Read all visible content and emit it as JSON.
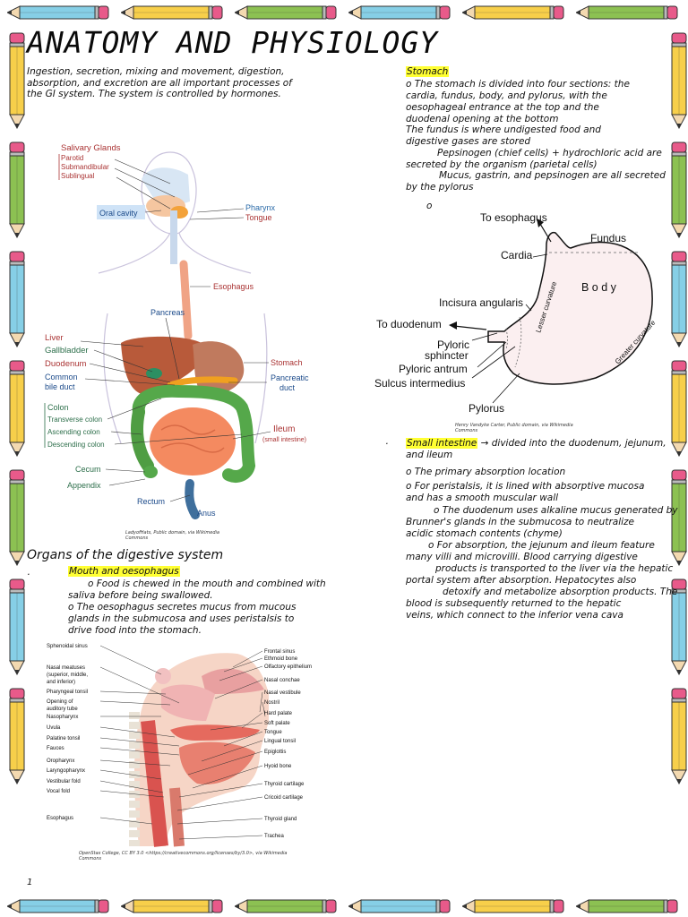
{
  "title": "ANATOMY AND PHYSIOLOGY",
  "intro": "Ingestion, secretion, mixing and movement, digestion, absorption, and excretion are all important processes of the GI system. The system is controlled by hormones.",
  "digestive_figure": {
    "labels": {
      "salivary_glands": "Salivary Glands",
      "parotid": "Parotid",
      "submandibular": "Submandibular",
      "sublingual": "Sublingual",
      "oral_cavity": "Oral cavity",
      "pharynx": "Pharynx",
      "tongue": "Tongue",
      "esophagus": "Esophagus",
      "pancreas": "Pancreas",
      "liver": "Liver",
      "gallbladder": "Gallbladder",
      "duodenum": "Duodenum",
      "common_bile_duct_1": "Common",
      "common_bile_duct_2": "bile duct",
      "stomach": "Stomach",
      "pancreatic_duct_1": "Pancreatic",
      "pancreatic_duct_2": "duct",
      "colon": "Colon",
      "transverse_colon": "Transverse colon",
      "ascending_colon": "Ascending colon",
      "descending_colon": "Descending colon",
      "ileum": "Ileum",
      "small_intestine": "(small intestine)",
      "cecum": "Cecum",
      "appendix": "Appendix",
      "rectum": "Rectum",
      "anus": "Anus"
    },
    "credit_1": "LadyofHats, Public domain, via Wikimedia",
    "credit_2": "Commons"
  },
  "organs_heading": "Organs of the digestive system",
  "mouth": {
    "heading": "Mouth and oesophagus",
    "line1": "o Food is chewed in the mouth and combined with",
    "line2": "saliva before being swallowed.",
    "line3": "o The oesophagus secretes mucus from mucous",
    "line4": "glands in the submucosa and uses peristalsis to",
    "line5": "drive food into the stomach."
  },
  "head_figure": {
    "left_labels": [
      "Sphenoidal sinus",
      "Nasal meatuses",
      "(superior, middle,",
      "and inferior)",
      "Pharyngeal tonsil",
      "Opening of",
      "auditory tube",
      "Nasopharynx",
      "Uvula",
      "Palatine tonsil",
      "Fauces",
      "Oropharynx",
      "Laryngopharynx",
      "Vestibular fold",
      "Vocal fold",
      "Esophagus"
    ],
    "right_labels": [
      "Frontal sinus",
      "Ethmoid bone",
      "Olfactory epithelium",
      "Nasal conchae",
      "Nasal vestibule",
      "Nostril",
      "Hard palate",
      "Soft palate",
      "Tongue",
      "Lingual tonsil",
      "Epiglottis",
      "Hyoid bone",
      "Thyroid cartilage",
      "Cricoid cartilage",
      "Thyroid gland",
      "Trachea"
    ],
    "credit_1": "OpenStax College, CC BY 3.0 <https://creativecommons.org/licenses/by/3.0>, via Wikimedia",
    "credit_2": "Commons"
  },
  "stomach": {
    "heading": "Stomach",
    "lines": [
      "o The stomach is divided into four sections: the",
      "cardia, fundus, body, and pylorus, with the",
      "oesophageal entrance at the top and the",
      "duodenal opening at the bottom",
      "The fundus is where undigested food and",
      "digestive gases are stored",
      "Pepsinogen (chief cells) + hydrochloric acid are",
      "secreted by the organism (parietal cells)",
      "Mucus, gastrin, and pepsinogen are all secreted",
      "by the pylorus"
    ],
    "stray_o": "o"
  },
  "stomach_figure": {
    "to_esophagus": "To esophagus",
    "fundus": "Fundus",
    "cardia": "Cardia",
    "body": "B o d y",
    "incisura": "Incisura angularis",
    "lesser": "Lesser curvature",
    "greater": "Greater curvature",
    "to_duodenum": "To duodenum",
    "pyloric_sphincter_1": "Pyloric",
    "pyloric_sphincter_2": "sphincter",
    "pyloric_antrum": "Pyloric antrum",
    "sulcus": "Sulcus intermedius",
    "pylorus": "Pylorus",
    "credit_1": "Henry Vandyke Carter, Public domain, via Wikimedia",
    "credit_2": "Commons"
  },
  "small_intestine": {
    "heading": "Small intestine",
    "heading_rest": "→ divided into the duodenum, jejunum,",
    "heading_rest2": "and ileum",
    "lines": [
      "o The primary absorption location",
      "o For peristalsis, it is lined with absorptive mucosa",
      "and has a smooth muscular wall",
      "o The duodenum uses alkaline mucus generated by",
      "Brunner's glands in the submucosa to neutralize",
      "acidic stomach contents (chyme)",
      "o For absorption, the jejunum and ileum feature",
      "many villi and microvilli. Blood carrying digestive",
      "products is transported to the liver via the hepatic",
      "portal system after absorption. Hepatocytes also",
      "detoxify and metabolize absorption products. The",
      "blood is subsequently returned to the hepatic",
      "veins, which connect to the inferior vena cava"
    ]
  },
  "page_marker": "1",
  "colors": {
    "pencil_blue": "#86cfe6",
    "pencil_yellow": "#f7cf4a",
    "pencil_green": "#8cc152",
    "pencil_eraser": "#e85a8a",
    "highlight": "#ffff33"
  }
}
